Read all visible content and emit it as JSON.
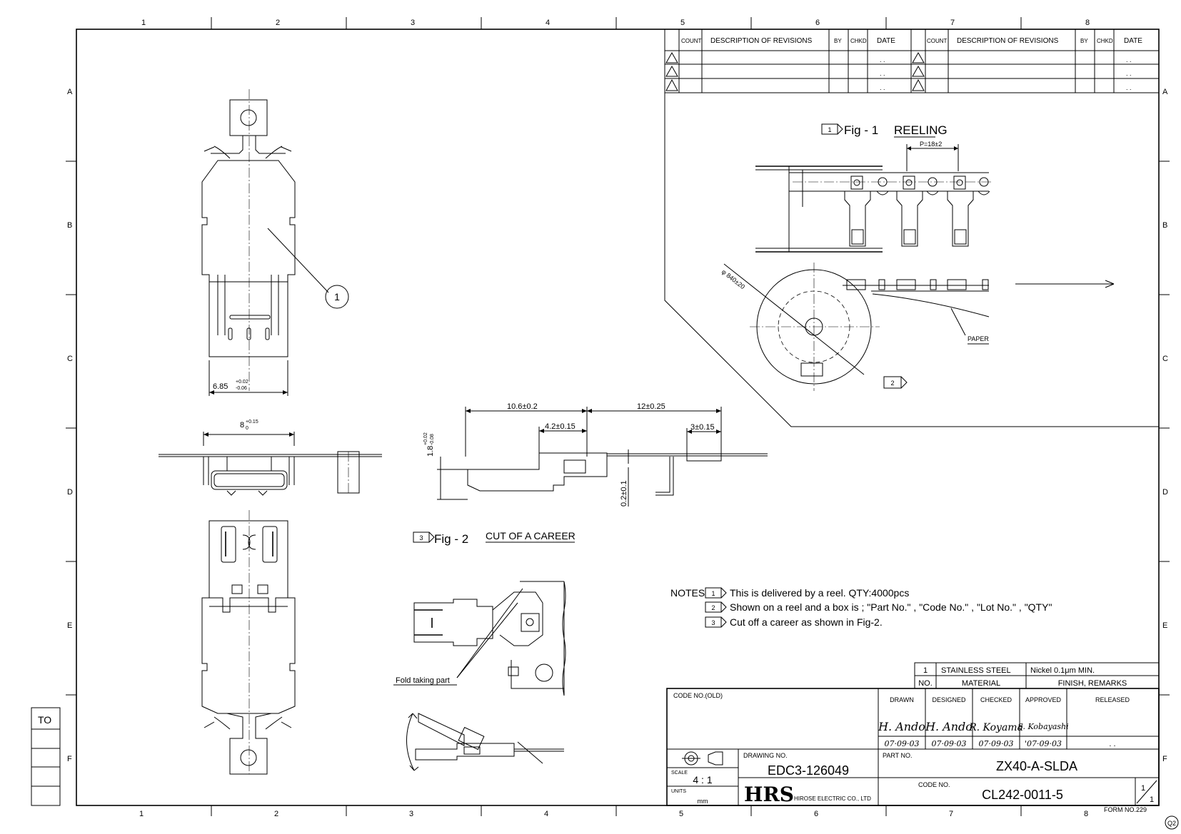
{
  "zones": {
    "columns": [
      "1",
      "2",
      "3",
      "4",
      "5",
      "6",
      "7",
      "8"
    ],
    "rows": [
      "A",
      "B",
      "C",
      "D",
      "E",
      "F"
    ]
  },
  "revisions": {
    "headers": [
      "COUNT",
      "DESCRIPTION OF REVISIONS",
      "BY",
      "CHKD",
      "DATE"
    ],
    "date_placeholder": ". ."
  },
  "to_box": {
    "label": "TO"
  },
  "fig1": {
    "badge": "1",
    "title": "Fig - 1",
    "subtitle": "REELING",
    "pitch": "P=18±2",
    "diameter": "φ 840±20",
    "paper": "PAPER",
    "callout": "2"
  },
  "fig2": {
    "badge": "3",
    "title": "Fig - 2",
    "subtitle": "CUT OF A CAREER",
    "fold_label": "Fold taking part"
  },
  "dimensions": {
    "width_685": "6.85",
    "width_685_tol_top": "+0.02",
    "width_685_tol_bot": "-0.06",
    "width_8": "8",
    "width_8_tol_top": "+0.15",
    "width_8_tol_bot": "0",
    "d_106": "10.6±0.2",
    "d_42": "4.2±0.15",
    "d_12": "12±0.25",
    "d_3": "3±0.15",
    "d_18": "1.8",
    "d_18_tol_top": "+0.02",
    "d_18_tol_bot": "-0.08",
    "d_02": "0.2±0.1"
  },
  "part_callout": "1",
  "notes": {
    "title": "NOTES",
    "items": [
      {
        "n": "1",
        "text": "This is delivered by a reel. QTY:4000pcs"
      },
      {
        "n": "2",
        "text": "Shown on a reel and a box is ; \"Part No.\" , \"Code No.\" , \"Lot No.\" , \"QTY\""
      },
      {
        "n": "3",
        "text": "Cut off a career as shown in Fig-2."
      }
    ]
  },
  "material": {
    "no": "1",
    "material": "STAINLESS STEEL",
    "finish": "Nickel 0.1μm MIN.",
    "hdr_no": "NO.",
    "hdr_material": "MATERIAL",
    "hdr_finish": "FINISH, REMARKS"
  },
  "title_block": {
    "code_no_old": "CODE NO.(OLD)",
    "drawn_label": "DRAWN",
    "designed_label": "DESIGNED",
    "checked_label": "CHECKED",
    "approved_label": "APPROVED",
    "released_label": "RELEASED",
    "drawn_sig": "H. Ando",
    "designed_sig": "H. Ando",
    "checked_sig": "R. Koyama",
    "approved_sig": "S. Kobayashi",
    "drawn_date": "07·09·03",
    "designed_date": "07·09·03",
    "checked_date": "07·09·03",
    "approved_date": "'07·09·03",
    "released_date": ". .",
    "scale_label": "SCALE",
    "scale": "4 : 1",
    "units_label": "UNITS",
    "units": "mm",
    "drawing_no_label": "DRAWING NO.",
    "drawing_no": "EDC3-126049",
    "part_no_label": "PART NO.",
    "part_no": "ZX40-A-SLDA",
    "code_no_label": "CODE NO.",
    "code_no": "CL242-0011-5",
    "sheet_top": "1",
    "sheet_bot": "1",
    "logo": "HRS",
    "company": "HIROSE ELECTRIC CO., LTD",
    "form_no": "FORM NO.229",
    "stamp": "Q2"
  }
}
